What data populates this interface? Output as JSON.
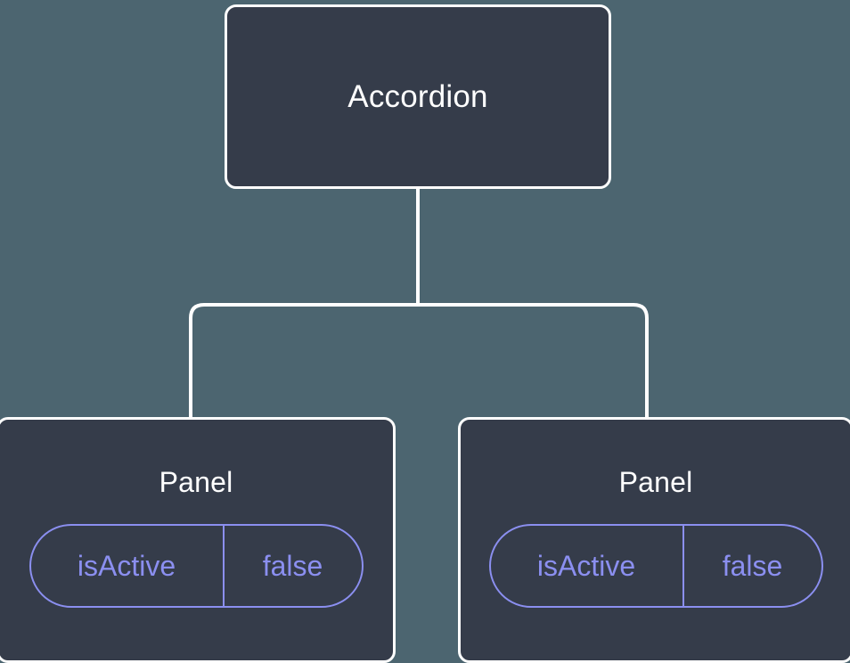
{
  "diagram": {
    "type": "component-tree",
    "background_color": "#4c6570",
    "node_fill_color": "#353c4a",
    "node_border_color": "#ffffff",
    "edge_color": "#ffffff",
    "prop_accent_color": "#8b8ff0",
    "title_color": "#ffffff",
    "root": {
      "label": "Accordion"
    },
    "children": [
      {
        "label": "Panel",
        "prop": {
          "key": "isActive",
          "value": "false"
        }
      },
      {
        "label": "Panel",
        "prop": {
          "key": "isActive",
          "value": "false"
        }
      }
    ],
    "edges": [
      {
        "from": "Accordion",
        "to": "Panel-1"
      },
      {
        "from": "Accordion",
        "to": "Panel-2"
      }
    ]
  }
}
